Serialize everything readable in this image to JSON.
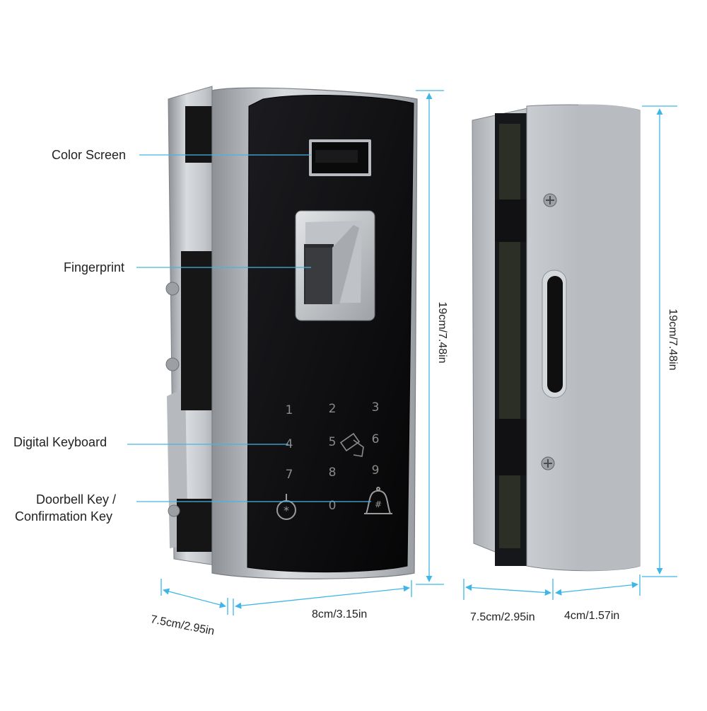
{
  "callouts": {
    "color_screen": "Color Screen",
    "fingerprint": "Fingerprint",
    "digital_keyboard": "Digital Keyboard",
    "doorbell_line1": "Doorbell Key /",
    "doorbell_line2": "Confirmation Key"
  },
  "dimensions": {
    "front_height": "19cm/7.48in",
    "front_depth": "7.5cm/2.95in",
    "front_width": "8cm/3.15in",
    "side_height": "19cm/7.48in",
    "side_depth": "7.5cm/2.95in",
    "side_width": "4cm/1.57in"
  },
  "keypad": [
    "1",
    "2",
    "3",
    "4",
    "5",
    "6",
    "7",
    "8",
    "9",
    "0"
  ],
  "colors": {
    "dimension_line": "#3fb6e6",
    "callout_line": "#49b4e2",
    "panel_black": "#0d0d0f",
    "silver_body": "#c4c8cc",
    "key_text": "#8a8a8a"
  }
}
